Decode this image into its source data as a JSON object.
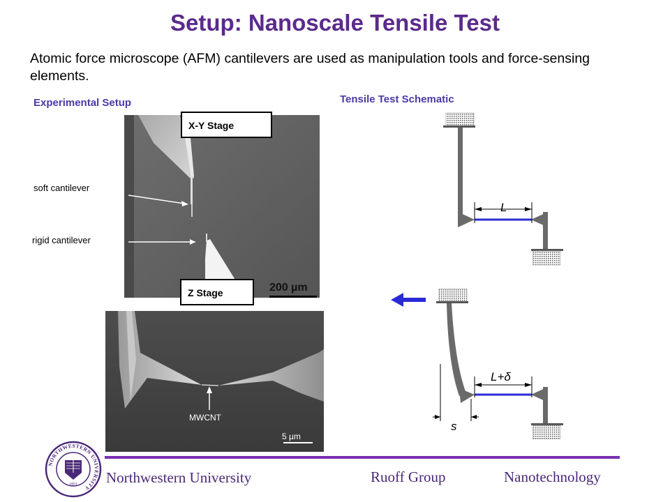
{
  "slide": {
    "title": "Setup: Nanoscale Tensile Test",
    "intro": "Atomic force microscope (AFM) cantilevers are used as manipulation tools and force-sensing elements."
  },
  "left_panel": {
    "heading": "Experimental Setup",
    "xy_stage": "X-Y Stage",
    "z_stage": "Z Stage",
    "soft_cantilever": "soft cantilever",
    "rigid_cantilever": "rigid cantilever",
    "scale_top": "200 µm",
    "mwcnt": "MWCNT",
    "scale_bottom": "5 µm"
  },
  "right_panel": {
    "heading": "Tensile Test Schematic",
    "length_label": "L",
    "stretched_label": "L+δ",
    "deflection_label": "s"
  },
  "footer": {
    "university": "Northwestern University",
    "group": "Ruoff Group",
    "field": "Nanotechnology",
    "seal_text": "NORTHWESTERN UNIVERSITY",
    "seal_year": "1851"
  },
  "colors": {
    "title": "#5b2a8c",
    "accent_rule": "#7a2fb0",
    "section_heading": "#4b39a8",
    "specimen_line": "#2a2ad8"
  }
}
